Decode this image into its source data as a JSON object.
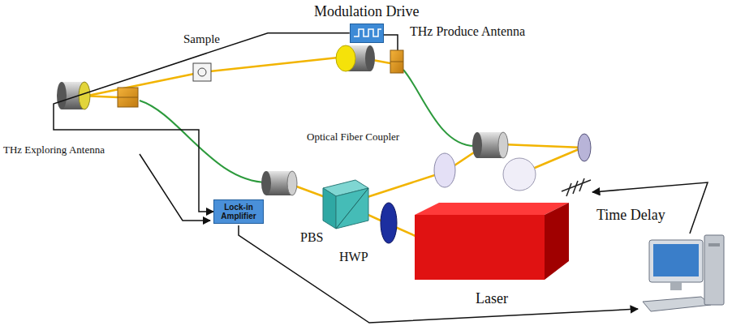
{
  "diagram": {
    "nodes": [
      {
        "text": [
          "Modulation Drive"
        ]
      },
      {
        "text": [
          "Lock-in Amplifier"
        ]
      },
      {
        "text": [
          "Laser"
        ]
      }
    ],
    "edges": [
      {
        "from": 0,
        "to": 1,
        "arrow": "to"
      }
    ],
    "labels": [
      "THz Produce Antenna",
      "Sample",
      "Optical Fiber Coupler",
      "THz Exploring Antenna",
      "PBS",
      "HWP",
      "Time Delay"
    ]
  }
}
